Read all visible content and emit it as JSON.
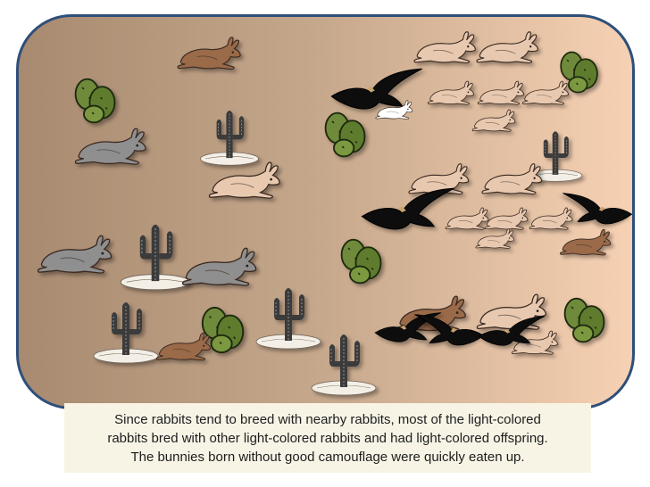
{
  "caption": {
    "lines": [
      "Since rabbits tend to breed with nearby rabbits, most of the light-colored",
      "rabbits bred with other light-colored rabbits and had light-colored offspring.",
      "The bunnies born without good camouflage were quickly eaten up."
    ]
  },
  "colors": {
    "border": "#2e4f7a",
    "background_left": "#a88a70",
    "background_right": "#f7d1b3",
    "caption_background": "#f7f4e6",
    "rabbit_gray": "#8f8f8f",
    "rabbit_brown": "#9a6a48",
    "rabbit_light": "#e8c9b0",
    "cactus": "#3a3a3a",
    "prickly_pear": "#6f8a3a",
    "hawk": "#111111"
  },
  "scene": {
    "rabbits": [
      {
        "id": "brown-top",
        "color": "brown"
      },
      {
        "id": "gray-left",
        "color": "gray"
      },
      {
        "id": "light-center",
        "color": "light"
      },
      {
        "id": "gray-bottom-left-1",
        "color": "gray"
      },
      {
        "id": "gray-bottom-left-2",
        "color": "gray"
      },
      {
        "id": "brown-bottom",
        "color": "brown"
      },
      {
        "id": "light-top-right-1",
        "color": "light"
      },
      {
        "id": "light-top-right-2",
        "color": "light"
      },
      {
        "id": "light-row-1",
        "color": "light"
      },
      {
        "id": "light-row-2",
        "color": "light"
      },
      {
        "id": "light-row-3",
        "color": "light"
      },
      {
        "id": "light-row-4",
        "color": "light"
      },
      {
        "id": "light-mid-1",
        "color": "light"
      },
      {
        "id": "light-mid-2",
        "color": "light"
      },
      {
        "id": "light-mid-3",
        "color": "light"
      },
      {
        "id": "light-mid-4",
        "color": "light"
      },
      {
        "id": "light-mid-5",
        "color": "light"
      },
      {
        "id": "light-mid-6",
        "color": "light"
      },
      {
        "id": "brown-right",
        "color": "brown"
      },
      {
        "id": "brown-lower-right",
        "color": "brown"
      },
      {
        "id": "light-lower-right",
        "color": "light"
      },
      {
        "id": "light-lower-right-2",
        "color": "light"
      }
    ],
    "cacti": [
      "cactus-1",
      "cactus-2",
      "cactus-3",
      "cactus-4",
      "cactus-5",
      "cactus-6"
    ],
    "prickly_pears": [
      "pear-1",
      "pear-2",
      "pear-3",
      "pear-4",
      "pear-5",
      "pear-6"
    ],
    "hawks": [
      "hawk-1",
      "hawk-2",
      "hawk-3",
      "hawk-4",
      "hawk-5",
      "hawk-6"
    ]
  }
}
